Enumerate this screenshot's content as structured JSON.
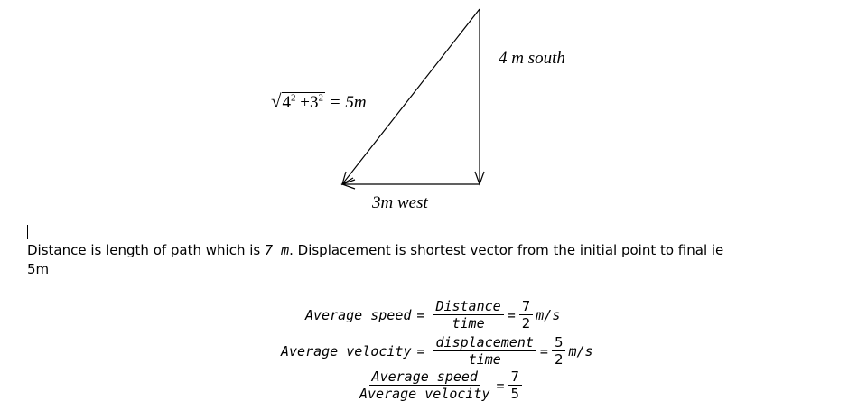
{
  "diagram": {
    "label_south": "4 m south",
    "label_west": "3m west",
    "label_hyp": {
      "radicand_a": "4",
      "radicand_b": "3",
      "exponent": "2",
      "plus": "+",
      "result": "= 5m"
    }
  },
  "text": {
    "line1": "Distance is length of path which is",
    "path_length": "7 m",
    "line1_rest": ". Displacement is shortest vector from the initial point to final ie",
    "line2": "5m"
  },
  "equations": {
    "eq1": {
      "lhs": "Average speed",
      "eq": "=",
      "num": "Distance",
      "den": "time",
      "eq2": "=",
      "val_num": "7",
      "val_den": "2",
      "unit": "m/s"
    },
    "eq2": {
      "lhs": "Average velocity",
      "eq": "=",
      "num": "displacement",
      "den": "time",
      "eq2": "=",
      "val_num": "5",
      "val_den": "2",
      "unit": "m/s"
    },
    "eq3": {
      "num": "Average speed",
      "den": "Average velocity",
      "eq": "=",
      "val_num": "7",
      "val_den": "5"
    }
  }
}
